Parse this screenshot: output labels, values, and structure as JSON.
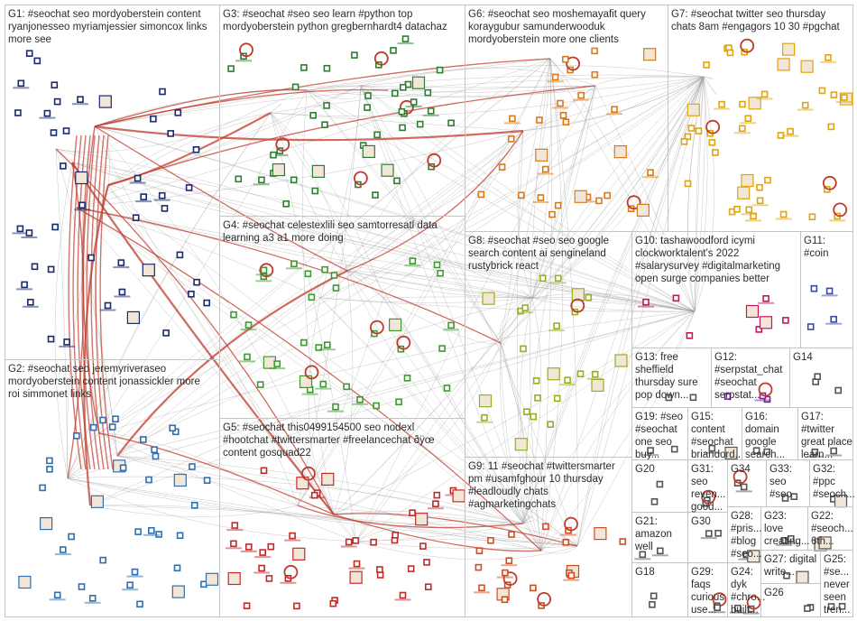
{
  "groups": [
    {
      "id": "G1",
      "lines": [
        "G1: #seochat seo mordyoberstein content",
        "ryanjonesseo myriamjessier simoncox links",
        "more see"
      ]
    },
    {
      "id": "G2",
      "lines": [
        "G2: #seochat seo jeremyriveraseo",
        "mordyoberstein content jonassickler more",
        "roi simmonet links"
      ]
    },
    {
      "id": "G3",
      "lines": [
        "G3: #seochat #seo seo learn #python top",
        "mordyoberstein python gregbernhardt4 datachaz"
      ]
    },
    {
      "id": "G4",
      "lines": [
        "G4: #seochat celestexlili seo samtorresatl data",
        "learning a3 a1 more doing"
      ]
    },
    {
      "id": "G5",
      "lines": [
        "G5: #seochat this0499154500 seo nodexl",
        "#hootchat #twittersmarter #freelancechat ðÿœ",
        "content gosquad22"
      ]
    },
    {
      "id": "G6",
      "lines": [
        "G6: #seochat seo moshemayafit query",
        "koraygubur samunderwooduk",
        "mordyoberstein more one clients"
      ]
    },
    {
      "id": "G7",
      "lines": [
        "G7: #seochat twitter seo thursday",
        "chats 8am #engagors 10 30 #pgchat"
      ]
    },
    {
      "id": "G8",
      "lines": [
        "G8: #seochat #seo seo google",
        "search content ai sengineland",
        "rustybrick react"
      ]
    },
    {
      "id": "G9",
      "lines": [
        "G9: 11 #seochat #twittersmarter",
        "pm #usamfghour 10 thursday",
        "#leadloudly chats",
        "#agmarketingchats"
      ]
    },
    {
      "id": "G10",
      "lines": [
        "G10: tashawoodford icymi",
        "clockworktalent's 2022",
        "#salarysurvey #digitalmarketing",
        "open surge companies better"
      ]
    },
    {
      "id": "G11",
      "lines": [
        "G11:",
        "#coin"
      ]
    },
    {
      "id": "G12",
      "lines": [
        "G12:",
        "#serpstat_chat",
        "#seochat",
        "serpstat..."
      ]
    },
    {
      "id": "G13",
      "lines": [
        "G13: free",
        "sheffield",
        "thursday sure",
        "pop down..."
      ]
    },
    {
      "id": "G14",
      "lines": [
        "G14"
      ]
    },
    {
      "id": "G15",
      "lines": [
        "G15:",
        "content",
        "#seochat",
        "briandord..."
      ]
    },
    {
      "id": "G16",
      "lines": [
        "G16:",
        "domain",
        "google",
        "search..."
      ]
    },
    {
      "id": "G17",
      "lines": [
        "G17:",
        "#twitter",
        "great place",
        "learn..."
      ]
    },
    {
      "id": "G18",
      "lines": [
        "G18"
      ]
    },
    {
      "id": "G19",
      "lines": [
        "G19: #seo",
        "#seochat",
        "one seo",
        "buy..."
      ]
    },
    {
      "id": "G20",
      "lines": [
        "G20"
      ]
    },
    {
      "id": "G21",
      "lines": [
        "G21:",
        "amazon",
        "well"
      ]
    },
    {
      "id": "G22",
      "lines": [
        "G22:",
        "#seoch...",
        "6th..."
      ]
    },
    {
      "id": "G23",
      "lines": [
        "G23:",
        "love",
        "creating..."
      ]
    },
    {
      "id": "G24",
      "lines": [
        "G24:",
        "dyk",
        "#chro...",
        "built..."
      ]
    },
    {
      "id": "G25",
      "lines": [
        "G25:",
        "#se...",
        "never",
        "seen",
        "tren..."
      ]
    },
    {
      "id": "G26",
      "lines": [
        "G26"
      ]
    },
    {
      "id": "G27",
      "lines": [
        "G27: digital",
        "write..."
      ]
    },
    {
      "id": "G28",
      "lines": [
        "G28:",
        "#pris...",
        "#blog",
        "#seo..."
      ]
    },
    {
      "id": "G29",
      "lines": [
        "G29:",
        "faqs",
        "curious",
        "use..."
      ]
    },
    {
      "id": "G30",
      "lines": [
        "G30"
      ]
    },
    {
      "id": "G31",
      "lines": [
        "G31:",
        "seo",
        "reven...",
        "good..."
      ]
    },
    {
      "id": "G32",
      "lines": [
        "G32:",
        "#ppc",
        "#seoch..."
      ]
    },
    {
      "id": "G33",
      "lines": [
        "G33:",
        "seo",
        "#seo"
      ]
    },
    {
      "id": "G34",
      "lines": [
        "G34"
      ]
    }
  ],
  "colors": {
    "background": "#ffffff",
    "box_border": "#c4c4c4",
    "label_text": "#2b2b2b",
    "edge_gray": "#9a9a9a",
    "edge_red": "#c0392b",
    "G1": "#1a2a6c",
    "G2": "#2f6fb0",
    "G3": "#2e7d32",
    "G4": "#3d9a2f",
    "G5": "#c62828",
    "G6": "#d77a1c",
    "G7": "#e0a50c",
    "G8": "#9aae1f",
    "G9": "#d24d1e",
    "G10": "#c2185b",
    "G11": "#3949ab",
    "G12": "#7b1fa2"
  }
}
